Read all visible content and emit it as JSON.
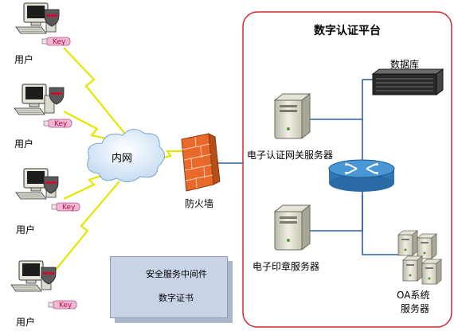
{
  "platform": {
    "title": "数字认证平台",
    "gateway_server": "电子认证网关服务器",
    "seal_server": "电子印章服务器",
    "database": "数据库",
    "oa_line1": "OA系统",
    "oa_line2": "服务器"
  },
  "network": {
    "intranet": "内网",
    "firewall": "防火墙"
  },
  "clients": [
    {
      "label": "用户",
      "key": "Key"
    },
    {
      "label": "用户",
      "key": "Key"
    },
    {
      "label": "用户",
      "key": "Key"
    },
    {
      "label": "用户",
      "key": "Key"
    }
  ],
  "legend": {
    "middleware": "安全服务中间件",
    "certificate": "数字证书"
  },
  "colors": {
    "platform_border": "#d9262c",
    "link_blue": "#2f5fa8",
    "lightning": "#e6e600",
    "firewall": "#e8692a",
    "cloud": "#d7e8f8",
    "router": "#2f78b7",
    "key_pink": "#f3b7d6"
  }
}
